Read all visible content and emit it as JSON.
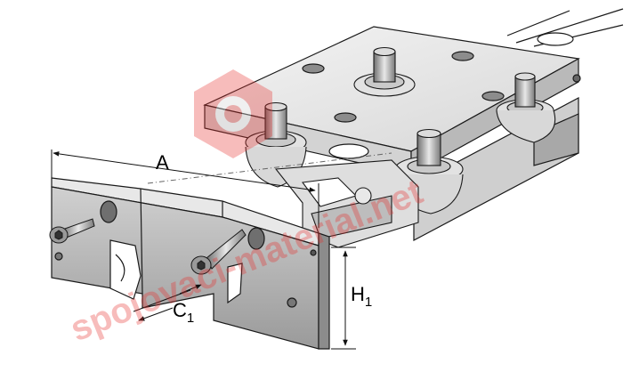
{
  "dimensions": {
    "length": {
      "main": "A",
      "sub": ""
    },
    "width": {
      "main": "C",
      "sub": "1"
    },
    "height": {
      "main": "H",
      "sub": "1"
    }
  },
  "watermark": {
    "text": "spojovaci-material.net",
    "color": "#e8312f"
  },
  "colors": {
    "metal_light": "#e6e6e6",
    "metal_mid": "#bdbdbd",
    "metal_dark": "#8a8a8a",
    "line": "#1a1a1a"
  }
}
